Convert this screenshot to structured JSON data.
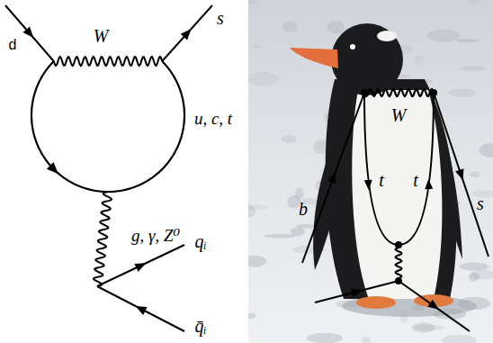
{
  "diagram": {
    "labels": [
      "d",
      "W",
      "s",
      "u, c, t",
      "g, γ, Z⁰",
      "qᵢ",
      "q̄ᵢ",
      "W",
      "b",
      "t",
      "t",
      "s"
    ]
  }
}
